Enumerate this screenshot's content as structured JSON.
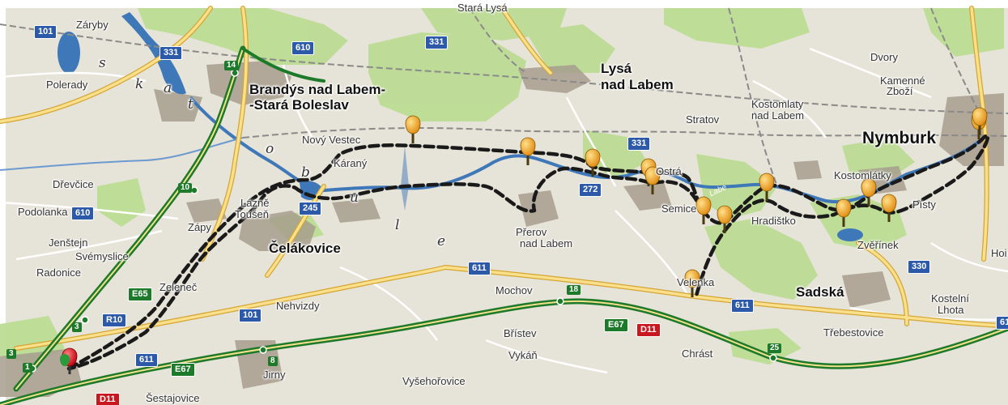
{
  "map": {
    "colors": {
      "land": "#e6e3d8",
      "forest": "#b8d98f",
      "urban": "#a79e8e",
      "water": "#3f78b9",
      "road_primary": "#fbd470",
      "highway": "#1d7a2a",
      "route_line": "#1a1a1a",
      "marker_orange": "#f2a51d",
      "marker_red": "#d71920"
    },
    "labels": {
      "zaryby": "Záryby",
      "stara_lysa": "Stará Lysá",
      "dvory": "Dvory",
      "polerady": "Polerady",
      "brandys_1": "Brandýs nad Labem-",
      "brandys_2": "-Stará Boleslav",
      "lysa_1": "Lysá",
      "lysa_2": "nad Labem",
      "kamenne_1": "Kamenné",
      "kamenne_2": "Zboží",
      "kostomlaty_1": "Kostomlaty",
      "kostomlaty_2": "nad Labem",
      "stratov": "Stratov",
      "nymburk": "Nymburk",
      "novy_vestec": "Nový Vestec",
      "karany": "Káraný",
      "drevcice": "Dřevčice",
      "ostra": "Ostrá",
      "kostomlatky": "Kostomlátky",
      "podolanka": "Podolanka",
      "lazne_1": "Lázně",
      "lazne_2": "Toušeň",
      "zapy": "Zápy",
      "semice": "Semice",
      "hradistko": "Hradištko",
      "pisty": "Písty",
      "jenstejn": "Jenštejn",
      "celakovice": "Čelákovice",
      "prerov_1": "Přerov",
      "prerov_2": "nad Labem",
      "zverinek": "Zvěřínek",
      "svemyslice": "Svémyslice",
      "radonice": "Radonice",
      "hoi": "Hoi",
      "zelenec": "Zeleneč",
      "mochov": "Mochov",
      "velenka": "Velenka",
      "sadska": "Sadská",
      "kostelni_1": "Kostelní",
      "kostelni_2": "Lhota",
      "nehvizdy": "Nehvizdy",
      "bristvi": "Břístev",
      "trebestovice": "Třebestovice",
      "chrast": "Chrást",
      "vykan": "Vykáň",
      "jirny": "Jirny",
      "vysehorovice": "Vyšehořovice",
      "sestajovice": "Šestajovice",
      "labe": "Labe"
    },
    "river_letters": [
      "s",
      "k",
      "a",
      "t",
      "o",
      "b",
      "u",
      "l",
      "e"
    ],
    "road_numbers": {
      "r101a": "101",
      "r331a": "331",
      "r610": "610",
      "r331b": "331",
      "r610b": "610",
      "r331c": "331",
      "r272": "272",
      "r245": "245",
      "r611a": "611",
      "r611b": "611",
      "r611c": "611",
      "r101b": "101",
      "r330": "330",
      "r61": "61",
      "e65": "E65",
      "r10": "R10",
      "e67a": "E67",
      "e67b": "E67",
      "d11a": "D11",
      "d11b": "D11"
    },
    "km_markers": [
      "14",
      "10",
      "3",
      "1",
      "8",
      "18",
      "25",
      "3"
    ],
    "route_markers": {
      "start": "start-point",
      "waypoints": 14
    }
  }
}
